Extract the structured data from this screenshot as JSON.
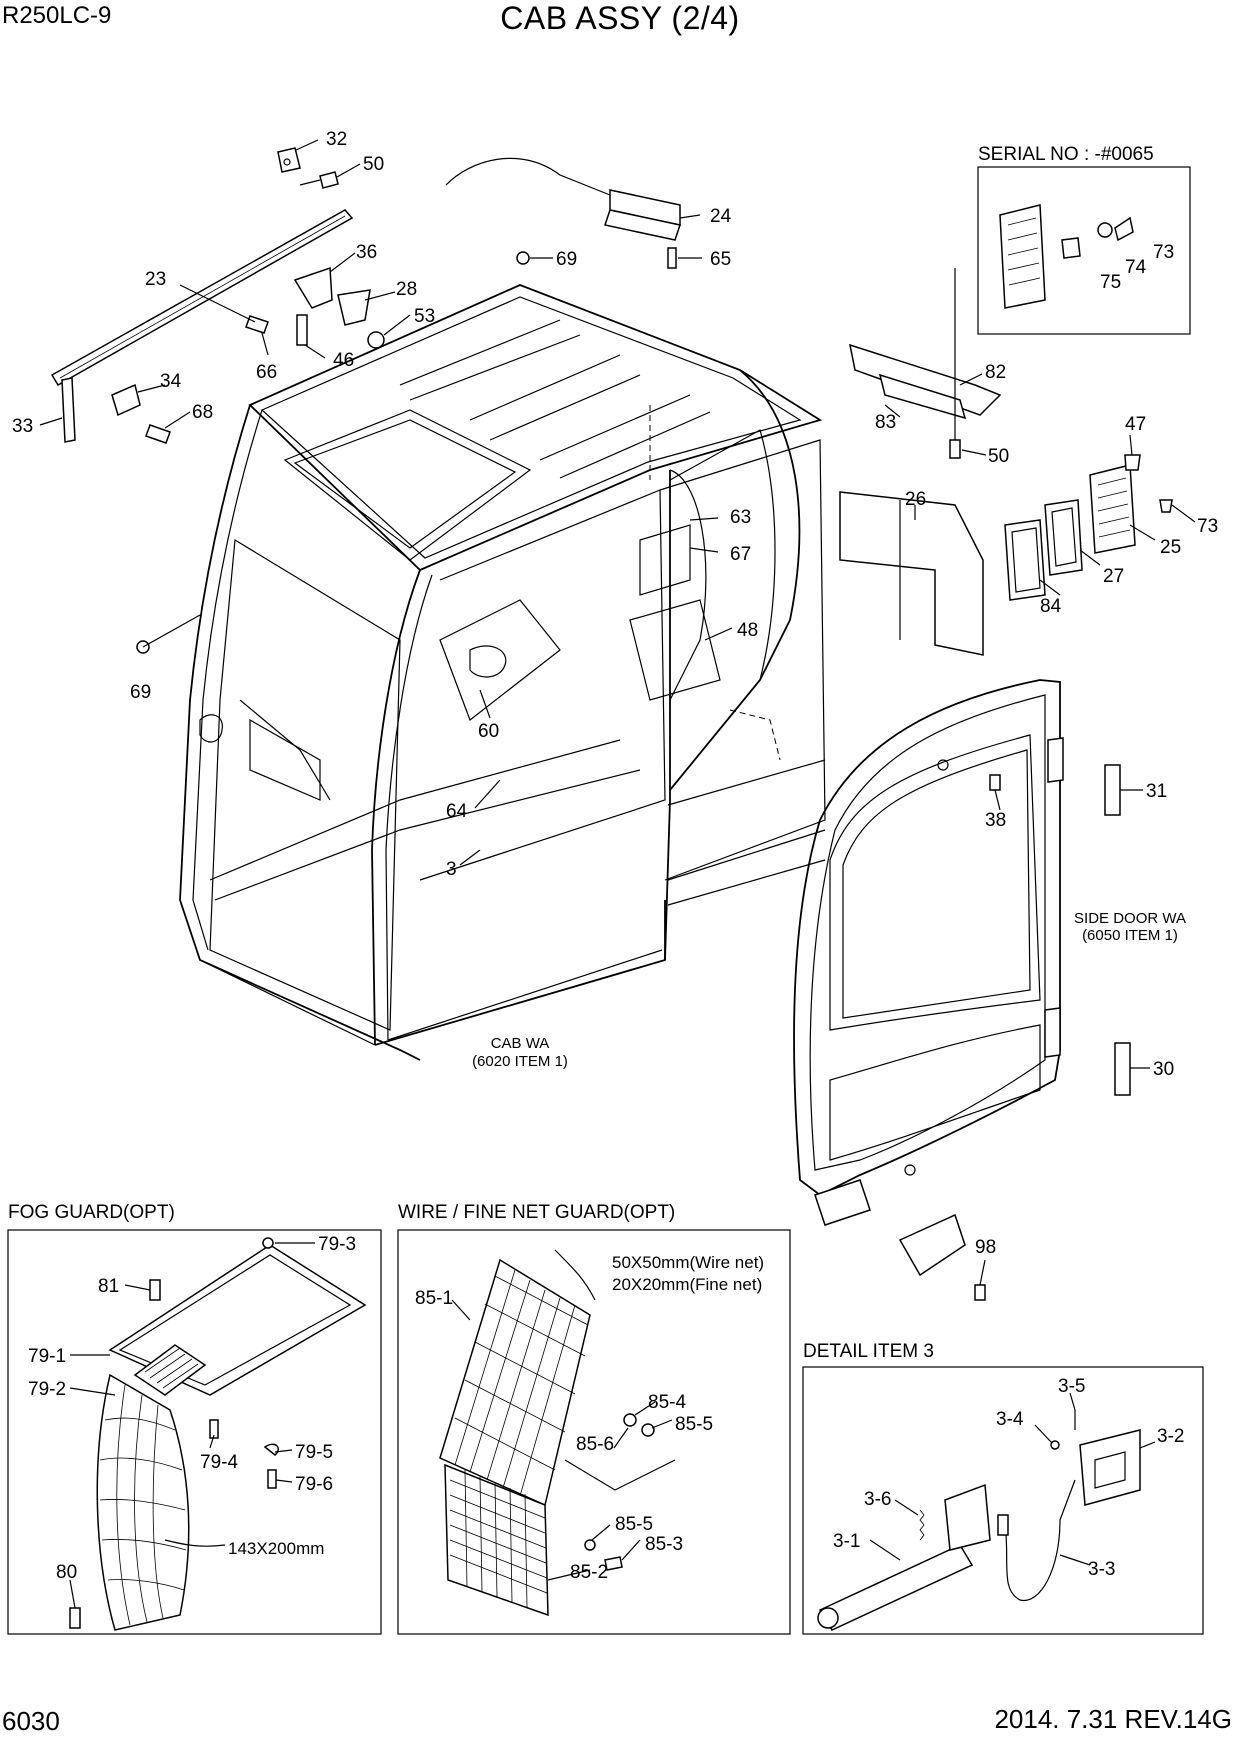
{
  "header": {
    "model": "R250LC-9",
    "title": "CAB ASSY (2/4)"
  },
  "footer": {
    "page": "6030",
    "revision": "2014. 7.31  REV.14G"
  },
  "sections": {
    "serial_box": "SERIAL NO : -#0065",
    "fog_guard": "FOG GUARD(OPT)",
    "wire_guard": "WIRE / FINE NET GUARD(OPT)",
    "detail_item": "DETAIL ITEM 3"
  },
  "notes": {
    "cab_wa_1": "CAB WA",
    "cab_wa_2": "(6020 ITEM 1)",
    "side_door_1": "SIDE DOOR WA",
    "side_door_2": "(6050 ITEM 1)",
    "wire_net": "50X50mm(Wire net)",
    "fine_net": "20X20mm(Fine net)",
    "fog_size": "143X200mm"
  },
  "labels": {
    "p32": "32",
    "p50a": "50",
    "p24": "24",
    "p65": "65",
    "p69a": "69",
    "p23": "23",
    "p36": "36",
    "p28": "28",
    "p53": "53",
    "p46": "46",
    "p66": "66",
    "p34": "34",
    "p68": "68",
    "p33": "33",
    "p69b": "69",
    "p63": "63",
    "p67": "67",
    "p48": "48",
    "p60": "60",
    "p64": "64",
    "p3": "3",
    "p82": "82",
    "p83": "83",
    "p50b": "50",
    "p26": "26",
    "p47": "47",
    "p73b": "73",
    "p25": "25",
    "p27": "27",
    "p84": "84",
    "p73a": "73",
    "p74": "74",
    "p75": "75",
    "p31": "31",
    "p38": "38",
    "p30": "30",
    "p98": "98",
    "p79_3": "79-3",
    "p81": "81",
    "p79_1": "79-1",
    "p79_2": "79-2",
    "p79_4": "79-4",
    "p79_5": "79-5",
    "p79_6": "79-6",
    "p80": "80",
    "p85_1": "85-1",
    "p85_4": "85-4",
    "p85_5a": "85-5",
    "p85_6": "85-6",
    "p85_5b": "85-5",
    "p85_3": "85-3",
    "p85_2": "85-2",
    "p3_5": "3-5",
    "p3_4": "3-4",
    "p3_2": "3-2",
    "p3_6": "3-6",
    "p3_1": "3-1",
    "p3_3": "3-3"
  }
}
